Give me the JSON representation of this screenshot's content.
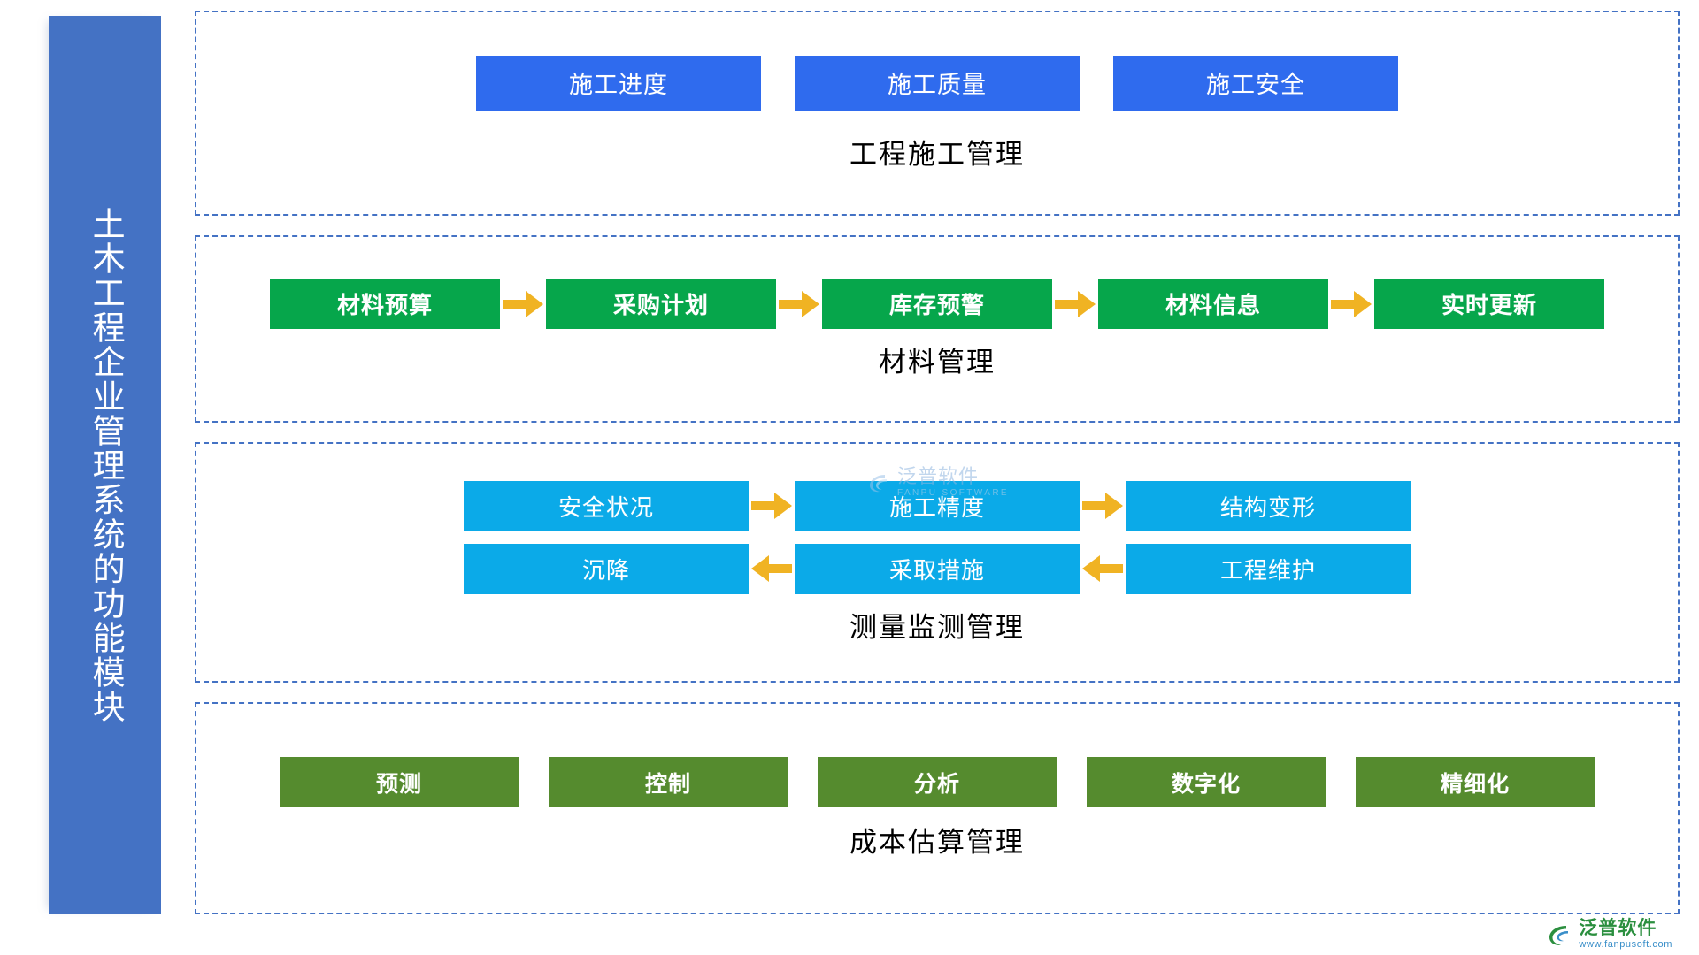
{
  "sidebar": {
    "title": "土木工程企业管理系统的功能模块",
    "color": "#4472C4"
  },
  "colors": {
    "panel_border": "#4472C4",
    "section1_box": "#2F6BEE",
    "section2_box": "#06A64B",
    "section3_box": "#0BAAE8",
    "section4_box": "#558B2E",
    "arrow": "#F0B323",
    "caption_text": "#000000",
    "box_text": "#FFFFFF"
  },
  "sections": [
    {
      "id": "construction-management",
      "caption": "工程施工管理",
      "style": "blue-tiles",
      "rows": [
        {
          "items": [
            "施工进度",
            "施工质量",
            "施工安全"
          ],
          "arrows": []
        }
      ]
    },
    {
      "id": "material-management",
      "caption": "材料管理",
      "style": "green-chain",
      "rows": [
        {
          "items": [
            "材料预算",
            "采购计划",
            "库存预警",
            "材料信息",
            "实时更新"
          ],
          "arrows": [
            "right",
            "right",
            "right",
            "right"
          ]
        }
      ]
    },
    {
      "id": "survey-monitoring-management",
      "caption": "测量监测管理",
      "style": "cyan-grid",
      "rows": [
        {
          "items": [
            "安全状况",
            "施工精度",
            "结构变形"
          ],
          "arrows": [
            "right",
            "right"
          ]
        },
        {
          "items": [
            "沉降",
            "采取措施",
            "工程维护"
          ],
          "arrows": [
            "left",
            "left"
          ]
        }
      ]
    },
    {
      "id": "cost-estimation-management",
      "caption": "成本估算管理",
      "style": "olive-tiles",
      "rows": [
        {
          "items": [
            "预测",
            "控制",
            "分析",
            "数字化",
            "精细化"
          ],
          "arrows": []
        }
      ]
    }
  ],
  "watermark": {
    "cn": "泛普软件",
    "en": "FANPU SOFTWARE"
  },
  "footer_logo": {
    "cn": "泛普软件",
    "url": "www.fanpusoft.com"
  }
}
